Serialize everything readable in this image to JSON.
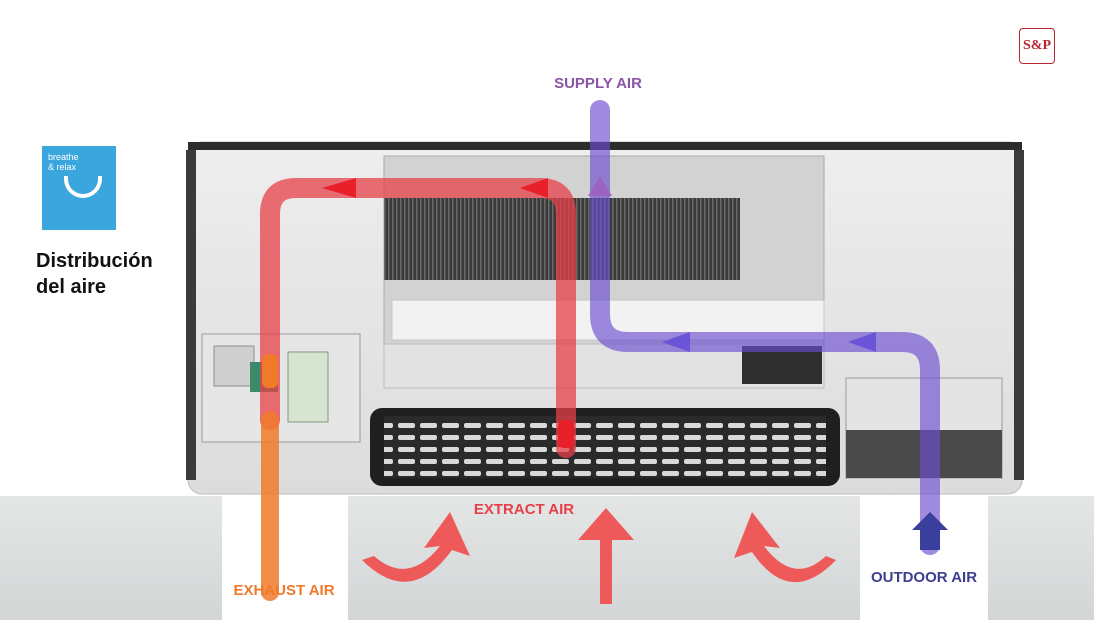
{
  "badge": {
    "line1": "breathe",
    "line2": "& relax"
  },
  "heading": {
    "line1": "Distribución",
    "line2": "del aire"
  },
  "logo": {
    "text": "S&P"
  },
  "labels": {
    "supply": "SUPPLY AIR",
    "extract": "EXTRACT AIR",
    "exhaust": "EXHAUST AIR",
    "outdoor": "OUTDOOR AIR"
  },
  "colors": {
    "supply": "#8a55a3",
    "extract": "#e8404a",
    "exhaust": "#f07a2a",
    "outdoor": "#3e3f8f",
    "badge": "#3aa6dd",
    "brand": "#b7252f"
  }
}
